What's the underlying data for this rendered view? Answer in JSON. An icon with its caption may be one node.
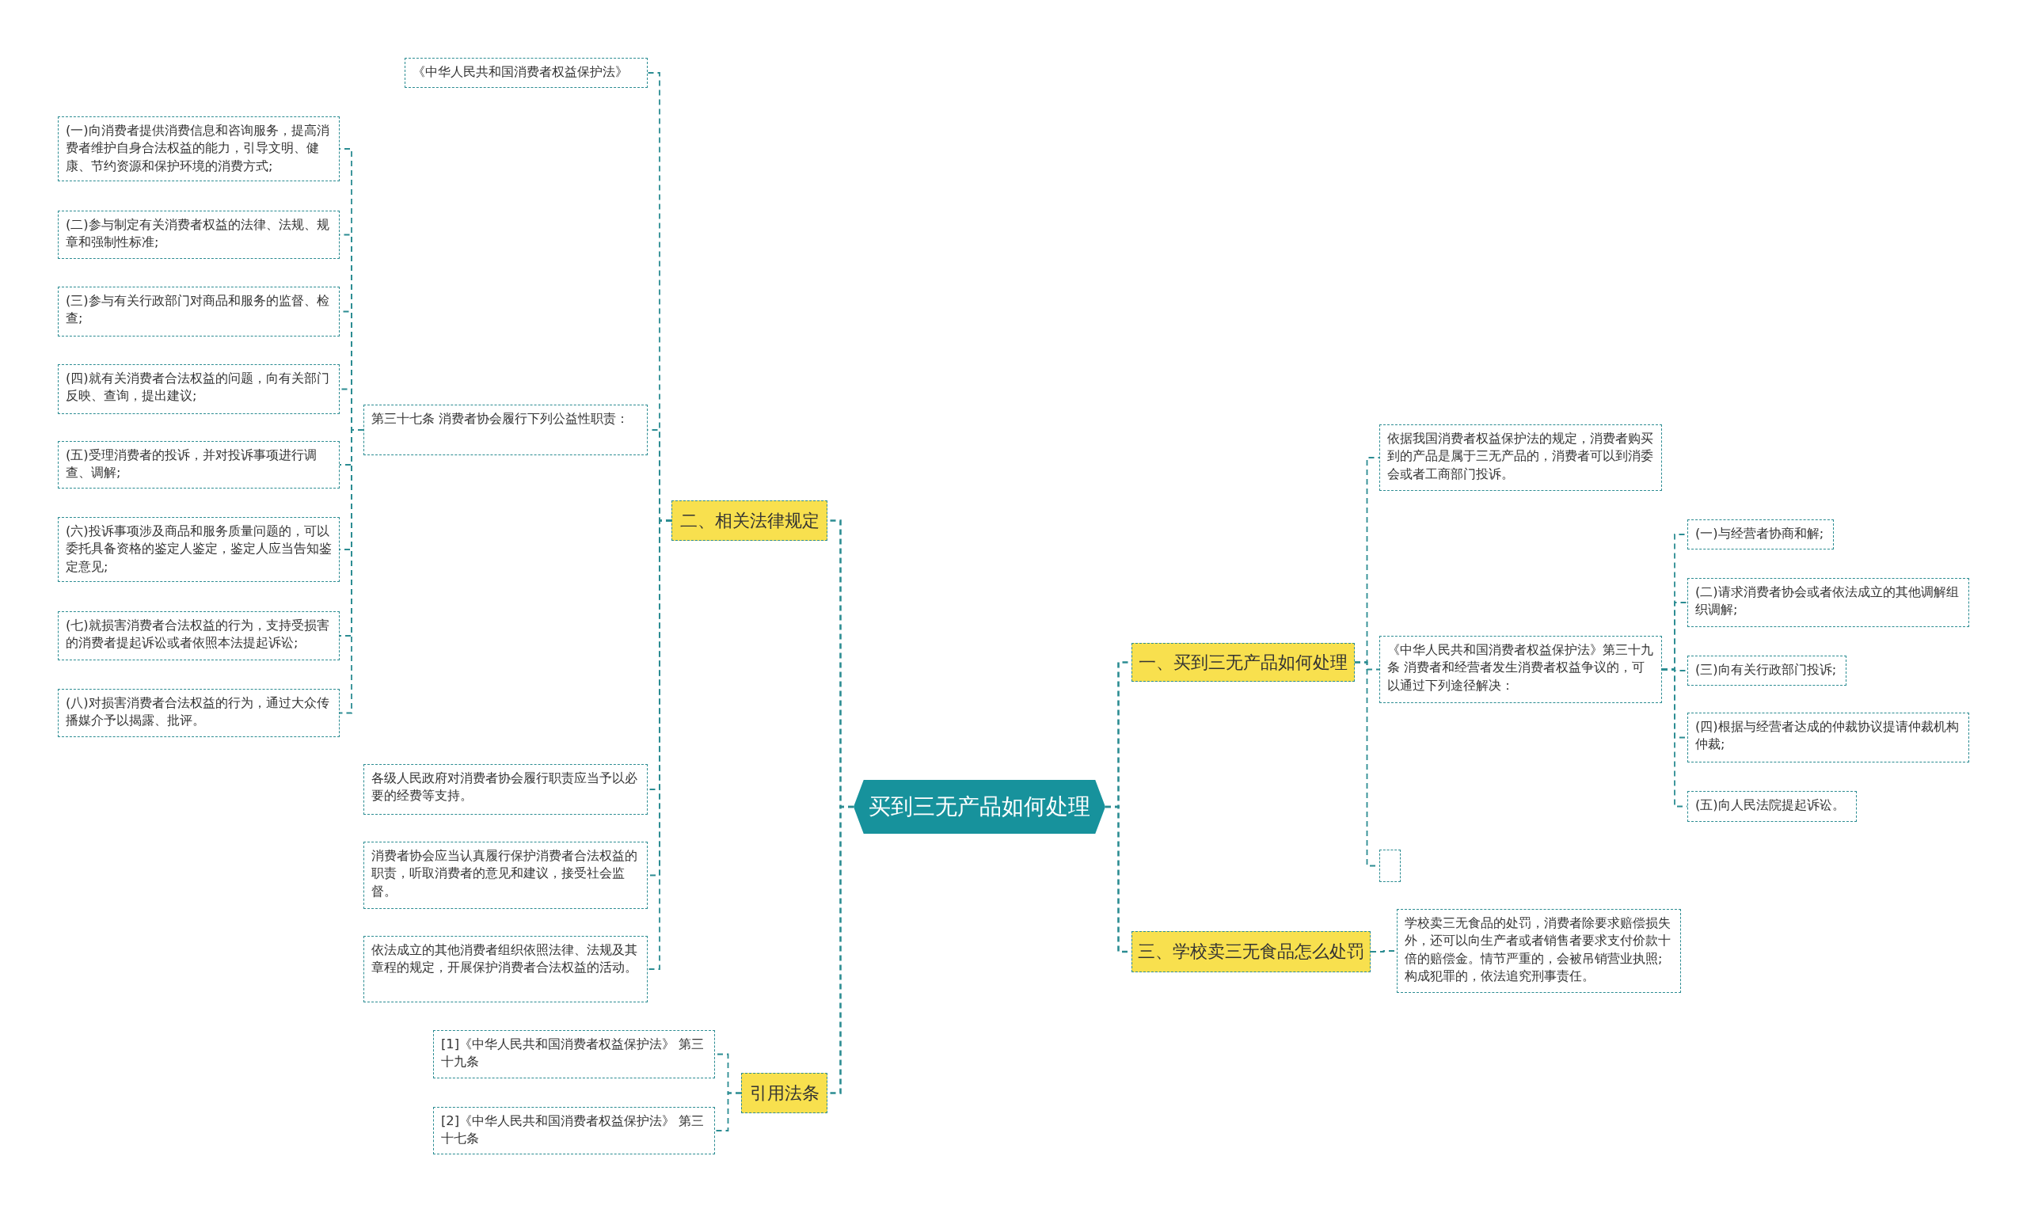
{
  "diagram": {
    "nodes": [
      {
        "text": [
          "买到三无产品如何处理"
        ]
      },
      {
        "text": [
          "一、买到三无产品如何处理"
        ]
      },
      {
        "text": [
          "依据我国消费者权益保护法的规定，消费者购买到的产品是属于三无产品的，消费者可以到消委会或者工商部门投诉。"
        ]
      },
      {
        "text": [
          "《中华人民共和国消费者权益保护法》第三十九条 消费者和经营者发生消费者权益争议的，可以通过下列途径解决："
        ]
      },
      {
        "text": [
          "(一)与经营者协商和解;"
        ]
      },
      {
        "text": [
          "(二)请求消费者协会或者依法成立的其他调解组织调解;"
        ]
      },
      {
        "text": [
          "(三)向有关行政部门投诉;"
        ]
      },
      {
        "text": [
          "(四)根据与经营者达成的仲裁协议提请仲裁机构仲裁;"
        ]
      },
      {
        "text": [
          "(五)向人民法院提起诉讼。"
        ]
      },
      {
        "text": [],
        "shape": "box"
      },
      {
        "text": [
          "三、学校卖三无食品怎么处罚"
        ]
      },
      {
        "text": [
          "学校卖三无食品的处罚，消费者除要求赔偿损失外，还可以向生产者或者销售者要求支付价款十倍的赔偿金。情节严重的，会被吊销营业执照;构成犯罪的，依法追究刑事责任。"
        ]
      },
      {
        "text": [
          "二、相关法律规定"
        ]
      },
      {
        "text": [
          "《中华人民共和国消费者权益保护法》"
        ]
      },
      {
        "text": [
          "第三十七条 消费者协会履行下列公益性职责："
        ]
      },
      {
        "text": [
          "(一)向消费者提供消费信息和咨询服务，提高消费者维护自身合法权益的能力，引导文明、健康、节约资源和保护环境的消费方式;"
        ]
      },
      {
        "text": [
          "(二)参与制定有关消费者权益的法律、法规、规章和强制性标准;"
        ]
      },
      {
        "text": [
          "(三)参与有关行政部门对商品和服务的监督、检查;"
        ]
      },
      {
        "text": [
          "(四)就有关消费者合法权益的问题，向有关部门反映、查询，提出建议;"
        ]
      },
      {
        "text": [
          "(五)受理消费者的投诉，并对投诉事项进行调查、调解;"
        ]
      },
      {
        "text": [
          "(六)投诉事项涉及商品和服务质量问题的，可以委托具备资格的鉴定人鉴定，鉴定人应当告知鉴定意见;"
        ]
      },
      {
        "text": [
          "(七)就损害消费者合法权益的行为，支持受损害的消费者提起诉讼或者依照本法提起诉讼;"
        ]
      },
      {
        "text": [
          "(八)对损害消费者合法权益的行为，通过大众传播媒介予以揭露、批评。"
        ]
      },
      {
        "text": [
          "各级人民政府对消费者协会履行职责应当予以必要的经费等支持。"
        ]
      },
      {
        "text": [
          "消费者协会应当认真履行保护消费者合法权益的职责，听取消费者的意见和建议，接受社会监督。"
        ]
      },
      {
        "text": [
          "依法成立的其他消费者组织依照法律、法规及其章程的规定，开展保护消费者合法权益的活动。"
        ]
      },
      {
        "text": [
          "引用法条"
        ]
      },
      {
        "text": [
          "[1]《中华人民共和国消费者权益保护法》 第三十九条"
        ]
      },
      {
        "text": [
          "[2]《中华人民共和国消费者权益保护法》 第三十七条"
        ]
      }
    ],
    "edges": [
      {
        "from": 0,
        "to": 1,
        "arrow": "none"
      },
      {
        "from": 1,
        "to": 2,
        "arrow": "none"
      },
      {
        "from": 1,
        "to": 3,
        "arrow": "none"
      },
      {
        "from": 3,
        "to": 4,
        "arrow": "none"
      },
      {
        "from": 3,
        "to": 5,
        "arrow": "none"
      },
      {
        "from": 3,
        "to": 6,
        "arrow": "none"
      },
      {
        "from": 3,
        "to": 7,
        "arrow": "none"
      },
      {
        "from": 3,
        "to": 8,
        "arrow": "none"
      },
      {
        "from": 1,
        "to": 9,
        "arrow": "none"
      },
      {
        "from": 0,
        "to": 10,
        "arrow": "none"
      },
      {
        "from": 10,
        "to": 11,
        "arrow": "none"
      },
      {
        "from": 0,
        "to": 12,
        "arrow": "none"
      },
      {
        "from": 12,
        "to": 13,
        "arrow": "none"
      },
      {
        "from": 12,
        "to": 14,
        "arrow": "none"
      },
      {
        "from": 14,
        "to": 15,
        "arrow": "none"
      },
      {
        "from": 14,
        "to": 16,
        "arrow": "none"
      },
      {
        "from": 14,
        "to": 17,
        "arrow": "none"
      },
      {
        "from": 14,
        "to": 18,
        "arrow": "none"
      },
      {
        "from": 14,
        "to": 19,
        "arrow": "none"
      },
      {
        "from": 14,
        "to": 20,
        "arrow": "none"
      },
      {
        "from": 14,
        "to": 21,
        "arrow": "none"
      },
      {
        "from": 14,
        "to": 22,
        "arrow": "none"
      },
      {
        "from": 12,
        "to": 23,
        "arrow": "none"
      },
      {
        "from": 12,
        "to": 24,
        "arrow": "none"
      },
      {
        "from": 12,
        "to": 25,
        "arrow": "none"
      },
      {
        "from": 0,
        "to": 26,
        "arrow": "none"
      },
      {
        "from": 26,
        "to": 27,
        "arrow": "none"
      },
      {
        "from": 26,
        "to": 28,
        "arrow": "none"
      }
    ]
  }
}
